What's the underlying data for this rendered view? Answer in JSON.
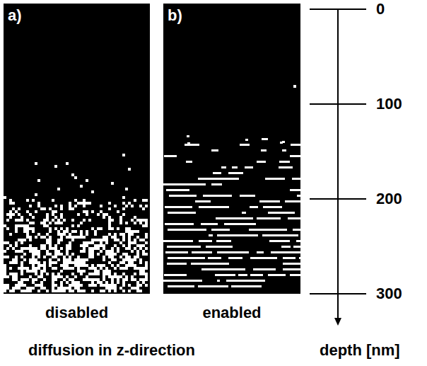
{
  "diagram": {
    "nodes": [
      {
        "text": [
          "a)",
          "disabled"
        ]
      },
      {
        "text": [
          "b)",
          "enabled"
        ]
      }
    ],
    "labels": [
      "0",
      "100",
      "200",
      "300",
      "depth [nm]",
      "diffusion in z-direction"
    ]
  }
}
